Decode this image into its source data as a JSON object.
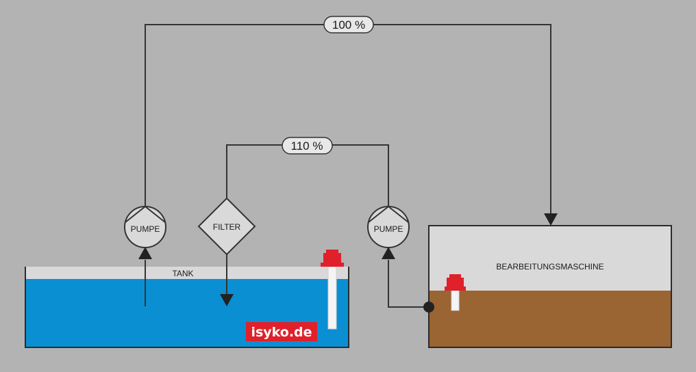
{
  "labels": {
    "flow_top": "100 %",
    "flow_middle": "110 %",
    "pump_left": "PUMPE",
    "filter": "FILTER",
    "pump_right": "PUMPE",
    "tank": "TANK",
    "machine": "BEARBEITUNGSMASCHINE",
    "logo": "isyko.de"
  },
  "colors": {
    "background": "#b2b3b2",
    "line": "#333333",
    "tank_water": "#0a8fd3",
    "tank_air": "#d9d9d9",
    "machine_fluid": "#9a6433",
    "machine_air": "#d9d9d9",
    "sensor_red": "#e0202a",
    "logo_bg": "#e0202a"
  },
  "icons": [
    "pump-icon",
    "filter-icon",
    "level-sensor-icon",
    "junction-dot-icon",
    "arrow-head-icon"
  ]
}
